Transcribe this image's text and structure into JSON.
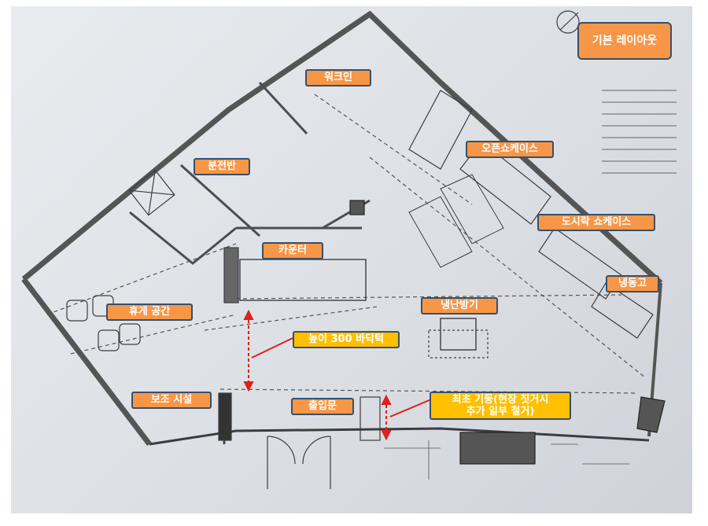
{
  "title": "기본 레이아웃",
  "labels": {
    "walkin": "워크인",
    "open_showcase": "오픈쇼케이스",
    "panel": "분전반",
    "lunchbox_showcase": "도시락 쇼케이스",
    "counter": "카운터",
    "freezer": "냉동고",
    "hvac": "냉난방기",
    "rest_area": "휴게 공간",
    "floor_note": "높이 300 바닥턱",
    "aux_facility": "보조 시설",
    "entrance": "출입문",
    "pillar_note_line1": "최초 기둥(현장 짓거시",
    "pillar_note_line2": "추가 일부 철거)"
  },
  "colors": {
    "label_orange": "#f79646",
    "label_yellow": "#ffc000",
    "label_border": "#37506b",
    "annotation_red": "#e0201c",
    "plan_line": "#3a3d44"
  }
}
